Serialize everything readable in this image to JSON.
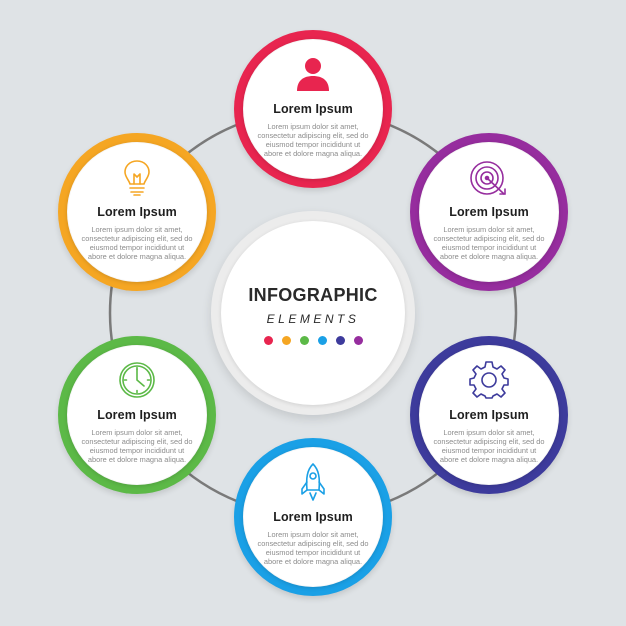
{
  "center": {
    "title": "INFOGRAPHIC",
    "subtitle": "ELEMENTS",
    "dot_colors": [
      "#e8254f",
      "#f5a623",
      "#5cb947",
      "#1aa0e6",
      "#3d3b9c",
      "#962d9e"
    ]
  },
  "ring_color": "#7a7a7a",
  "nodes": [
    {
      "icon": "person-icon",
      "color": "#e8254f",
      "title": "Lorem Ipsum",
      "body": "Lorem ipsum dolor sit amet, consectetur adipiscing elit, sed do eiusmod tempor incididunt ut abore et dolore magna aliqua."
    },
    {
      "icon": "lightbulb-icon",
      "color": "#f5a623",
      "title": "Lorem Ipsum",
      "body": "Lorem ipsum dolor sit amet, consectetur adipiscing elit, sed do eiusmod tempor incididunt ut abore et dolore magna aliqua."
    },
    {
      "icon": "target-icon",
      "color": "#962d9e",
      "title": "Lorem Ipsum",
      "body": "Lorem ipsum dolor sit amet, consectetur adipiscing elit, sed do eiusmod tempor incididunt ut abore et dolore magna aliqua."
    },
    {
      "icon": "clock-icon",
      "color": "#5cb947",
      "title": "Lorem Ipsum",
      "body": "Lorem ipsum dolor sit amet, consectetur adipiscing elit, sed do eiusmod tempor incididunt ut abore et dolore magna aliqua."
    },
    {
      "icon": "gear-icon",
      "color": "#3d3b9c",
      "title": "Lorem Ipsum",
      "body": "Lorem ipsum dolor sit amet, consectetur adipiscing elit, sed do eiusmod tempor incididunt ut abore et dolore magna aliqua."
    },
    {
      "icon": "rocket-icon",
      "color": "#1aa0e6",
      "title": "Lorem Ipsum",
      "body": "Lorem ipsum dolor sit amet, consectetur adipiscing elit, sed do eiusmod tempor incididunt ut abore et dolore magna aliqua."
    }
  ]
}
